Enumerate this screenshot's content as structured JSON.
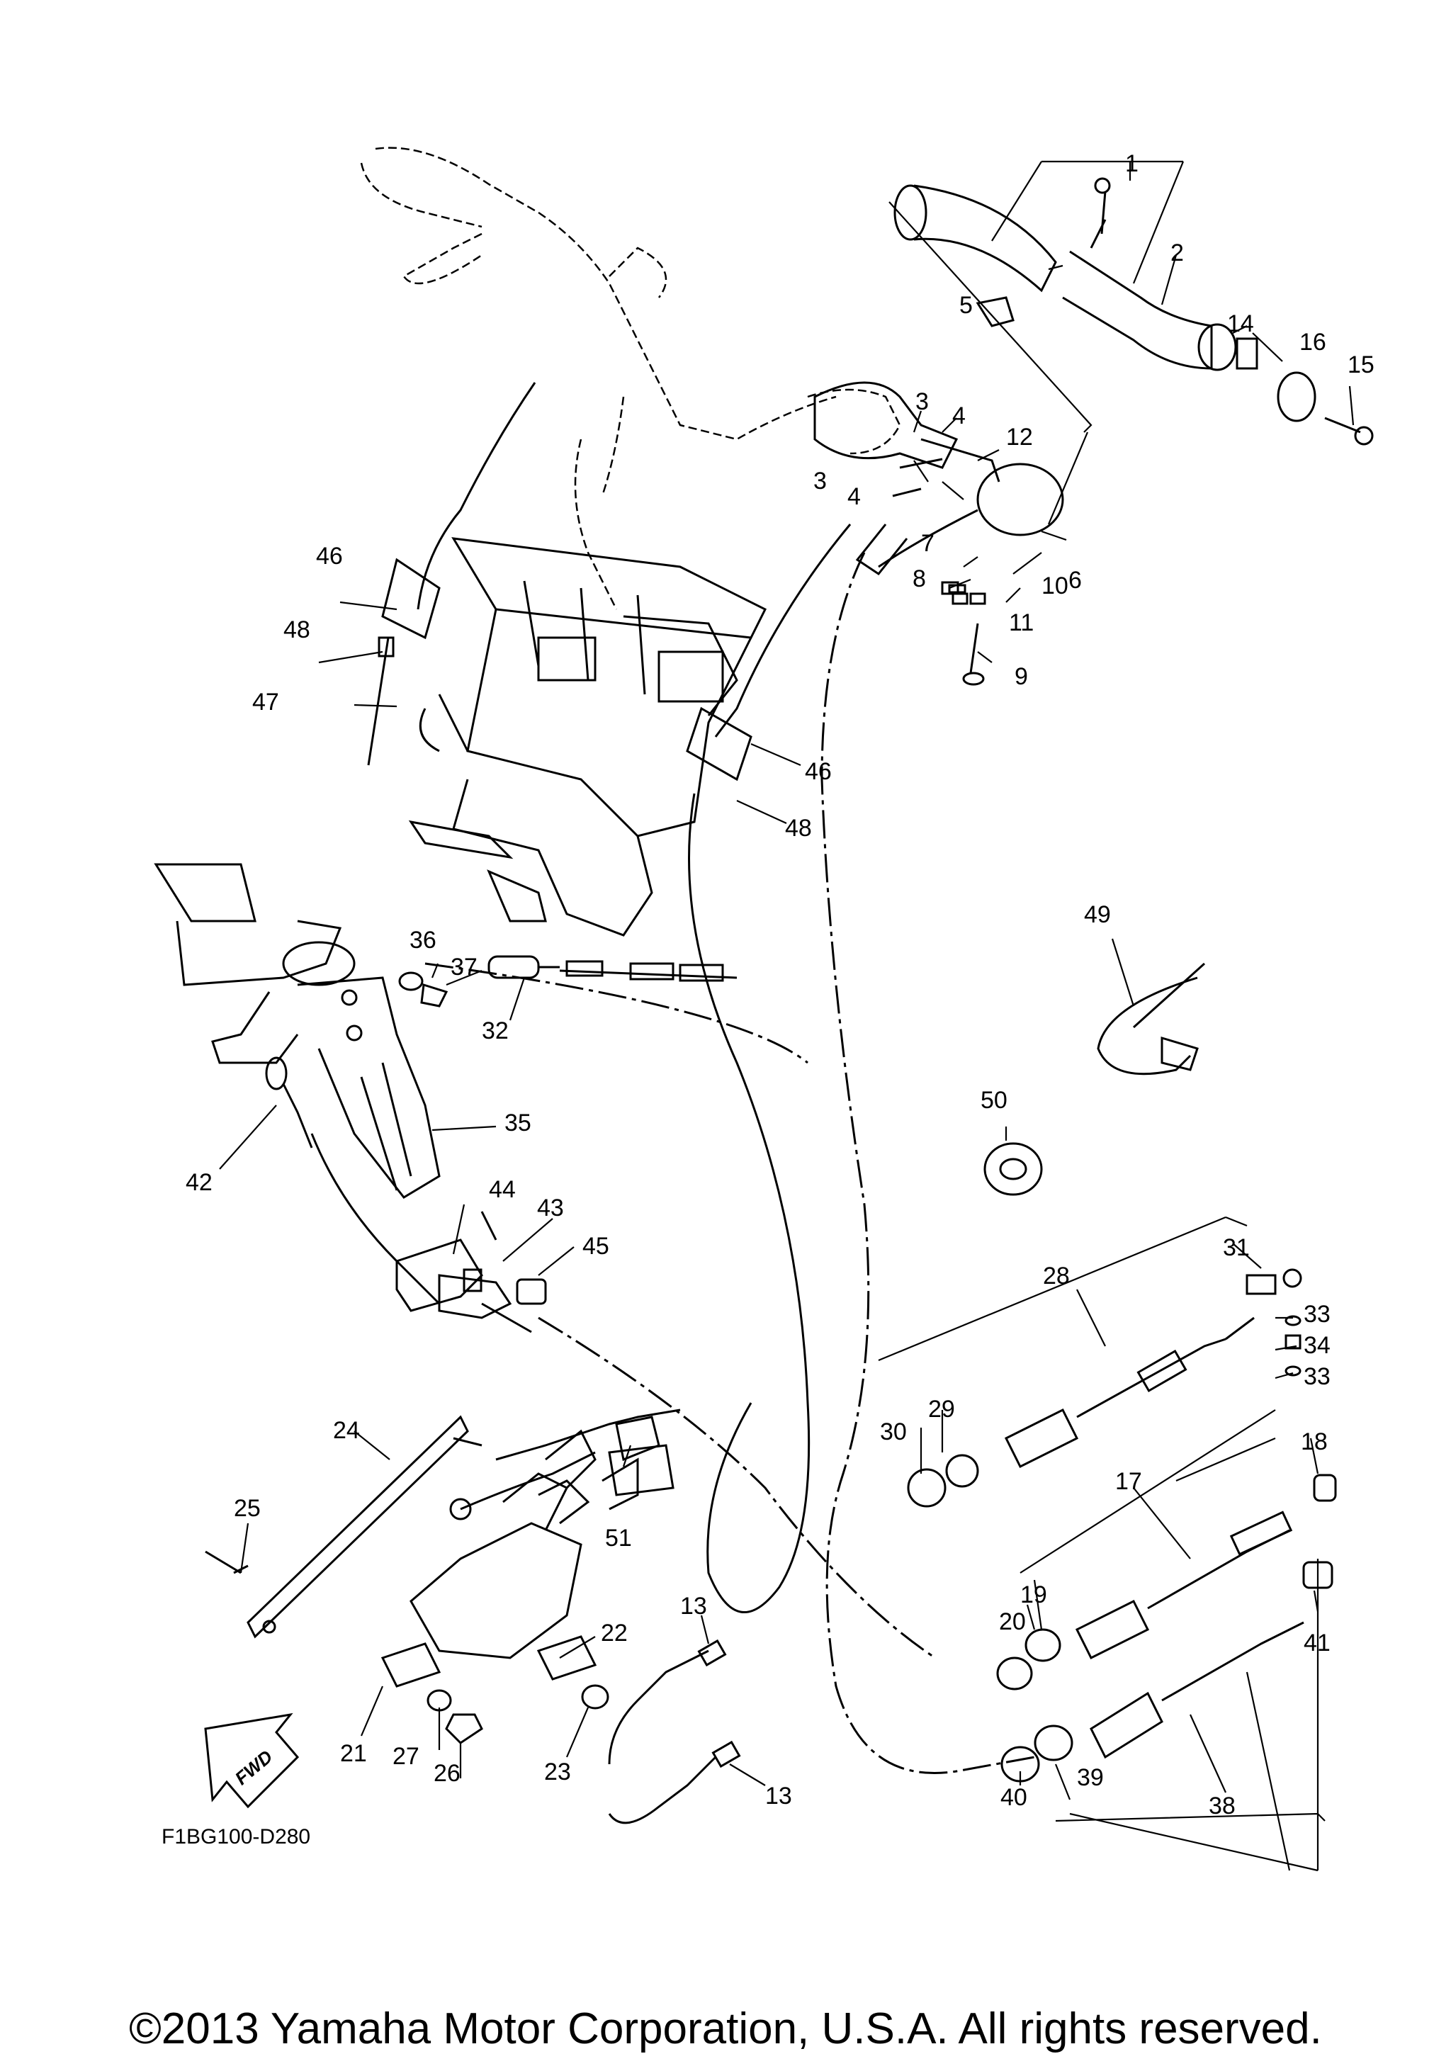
{
  "diagram": {
    "drawing_code": "F1BG100-D280",
    "direction_badge": "FWD",
    "copyright": "©2013 Yamaha Motor Corporation, U.S.A. All rights reserved.",
    "callouts": [
      "1",
      "2",
      "3",
      "3",
      "4",
      "4",
      "5",
      "6",
      "7",
      "8",
      "9",
      "10",
      "11",
      "12",
      "13",
      "13",
      "14",
      "15",
      "16",
      "17",
      "18",
      "19",
      "20",
      "21",
      "22",
      "23",
      "24",
      "25",
      "26",
      "27",
      "28",
      "29",
      "30",
      "31",
      "32",
      "33",
      "33",
      "34",
      "35",
      "36",
      "37",
      "38",
      "39",
      "40",
      "41",
      "42",
      "43",
      "44",
      "45",
      "46",
      "46",
      "47",
      "48",
      "48",
      "49",
      "50",
      "51"
    ]
  }
}
